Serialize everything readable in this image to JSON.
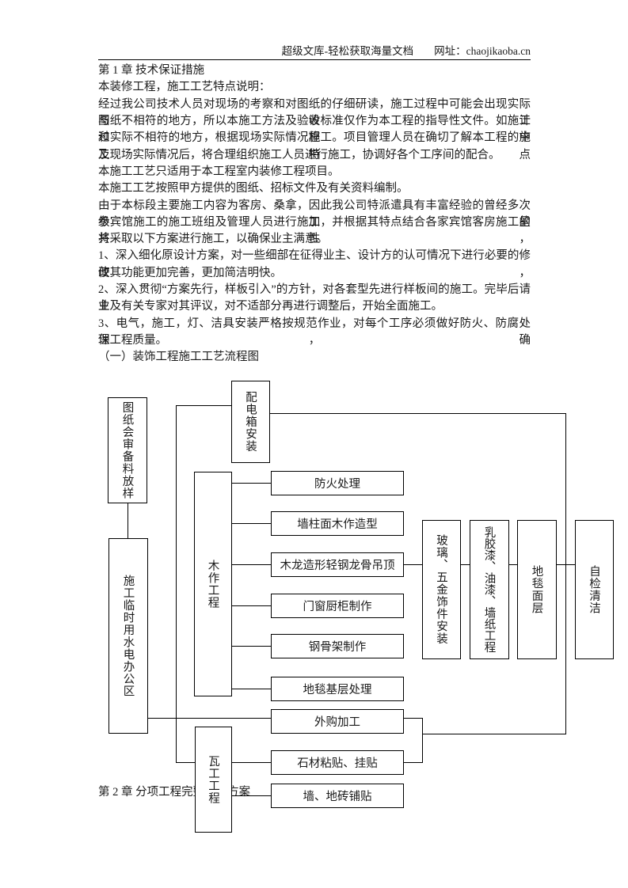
{
  "header": {
    "site_text": "超级文库-轻松获取海量文档",
    "url_label": "网址：chaojikaoba.cn"
  },
  "document": {
    "lines": [
      "第 1 章  技术保证措施",
      "本装修工程，施工工艺特点说明：",
      "经过我公司技术人员对现场的考察和对图纸的仔细研读，施工过程中可能会出现实际与设计",
      "图纸不相符的地方，所以本施工方法及验收标准仅作为本工程的指导性文件。如施工过程中",
      "和实际不相符的地方，根据现场实际情况施工。项目管理人员在确切了解本工程的施工特点",
      "及现场实际情况后，将合理组织施工人员进行施工，协调好各个工序间的配合。",
      "本施工工艺只适用于本工程室内装修工程项目。",
      "本施工工艺按照甲方提供的图纸、招标文件及有关资料编制。",
      "由于本标段主要施工内容为客房、桑拿，因此我公司特派遣具有丰富经验的曾经多次参加星",
      "级宾馆施工的施工班组及管理人员进行施工，并根据其特点结合各家宾馆客房施工的共性，",
      "将采取以下方案进行施工，以确保业主满意。",
      "1、深入细化原设计方案，对一些细部在征得业主、设计方的认可情况下进行必要的修改，",
      "使其功能更加完善，更加简洁明快。",
      "2、深入贯彻“方案先行，样板引入”的方针，对各套型先进行样板间的施工。完毕后请业",
      "主及有关专家对其评议，对不适部分再进行调整后，开始全面施工。",
      "3、电气，施工，灯、洁具安装严格按规范作业，对每个工序必须做好防火、防腐处理，确",
      "保工程质量。",
      "（一）装饰工程施工工艺流程图"
    ],
    "chapter2_title": "第 2 章  分项工程完整施工方案"
  },
  "flowchart": {
    "boxes": [
      {
        "id": "drawing-review",
        "label": "图纸会审备料放样"
      },
      {
        "id": "power-box-install",
        "label": "配电箱安装"
      },
      {
        "id": "temp-utilities",
        "label": "施工临时用水电办公区"
      },
      {
        "id": "woodwork",
        "label": "木作工程"
      },
      {
        "id": "masonry-work",
        "label": "瓦工工程"
      },
      {
        "id": "fireproofing",
        "label": "防火处理"
      },
      {
        "id": "wall-column-wood",
        "label": "墙柱面木作造型"
      },
      {
        "id": "keel-ceiling",
        "label": "木龙造形轻钢龙骨吊顶"
      },
      {
        "id": "door-window-cabinet",
        "label": "门窗厨柜制作"
      },
      {
        "id": "steel-frame",
        "label": "钢骨架制作"
      },
      {
        "id": "carpet-base",
        "label": "地毯基层处理"
      },
      {
        "id": "outsourced-process",
        "label": "外购加工"
      },
      {
        "id": "stone-paste-hang",
        "label": "石材粘贴、挂贴"
      },
      {
        "id": "wall-floor-tile",
        "label": "墙、地砖铺贴"
      },
      {
        "id": "glass-hardware",
        "label": "玻璃、五金饰件安装"
      },
      {
        "id": "paint-wallpaper",
        "label": "乳胶漆、油漆、墙纸工程"
      },
      {
        "id": "carpet-surface",
        "label": "地毯面层"
      },
      {
        "id": "self-check-clean",
        "label": "自检清洁"
      }
    ]
  }
}
